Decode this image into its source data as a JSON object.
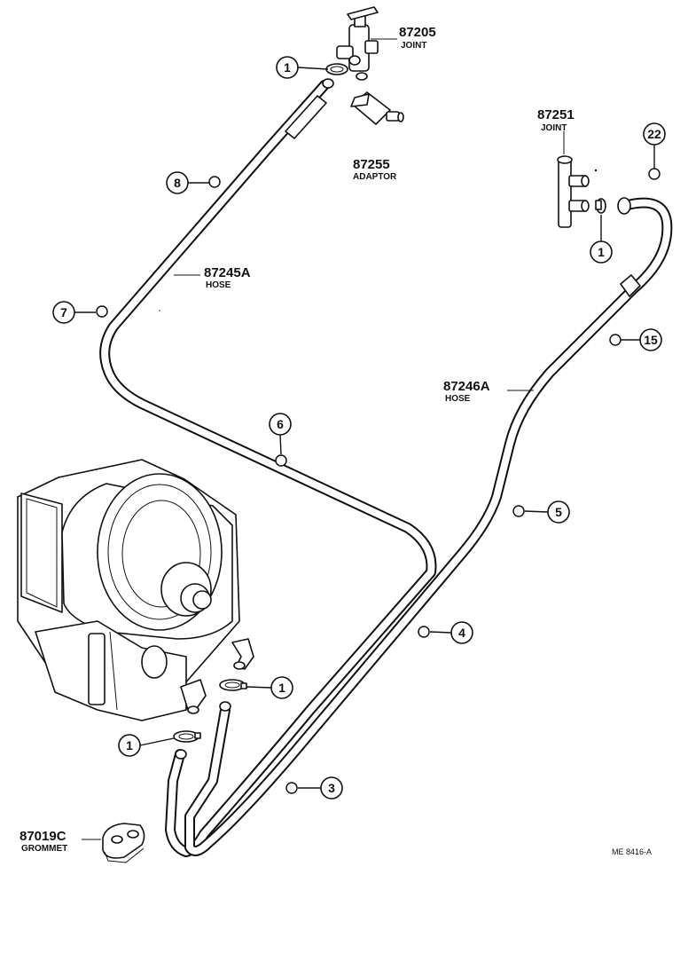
{
  "parts": {
    "joint_87205": {
      "number": "87205",
      "name": "JOINT"
    },
    "adaptor_87255": {
      "number": "87255",
      "name": "ADAPTOR"
    },
    "joint_87251": {
      "number": "87251",
      "name": "JOINT"
    },
    "hose_87245a": {
      "number": "87245A",
      "name": "HOSE"
    },
    "hose_87246a": {
      "number": "87246A",
      "name": "HOSE"
    },
    "grommet_87019c": {
      "number": "87019C",
      "name": "GROMMET"
    }
  },
  "callouts": {
    "c1_top": "1",
    "c1_right": "1",
    "c1_heater_upper": "1",
    "c1_heater_lower": "1",
    "c3": "3",
    "c4": "4",
    "c5": "5",
    "c6": "6",
    "c7": "7",
    "c8": "8",
    "c15": "15",
    "c22": "22"
  },
  "reference_code": "ME 8416-A"
}
